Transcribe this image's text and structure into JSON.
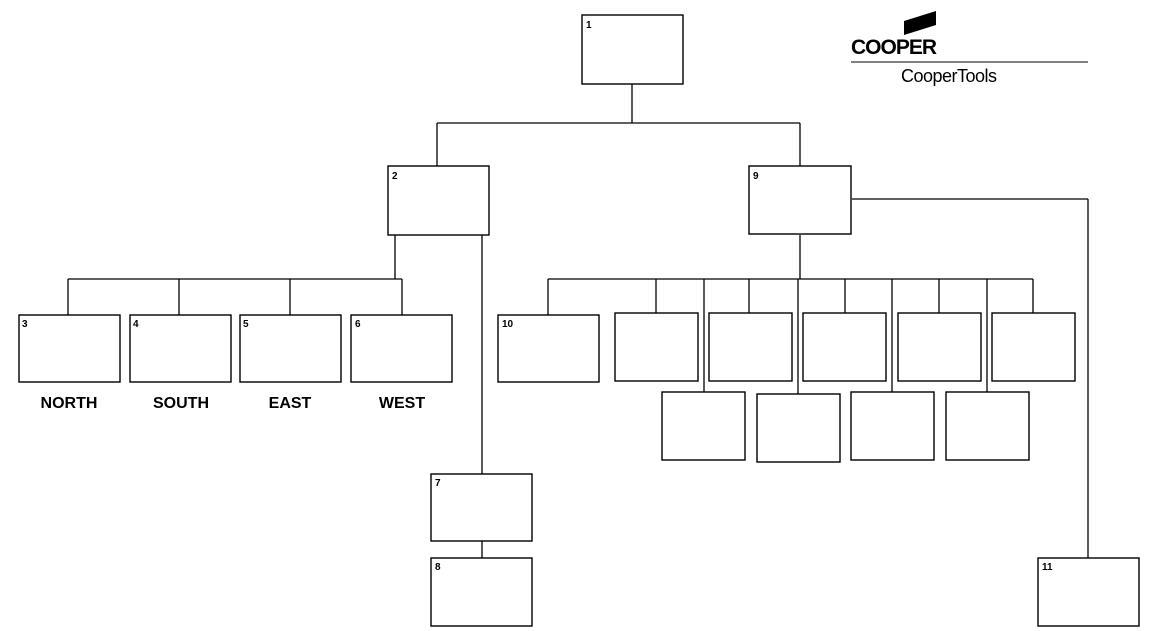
{
  "logo": {
    "brand": "COOPER",
    "sub": "CooperTools"
  },
  "boxes": [
    {
      "id": "b1",
      "label": "1"
    },
    {
      "id": "b2",
      "label": "2"
    },
    {
      "id": "b9",
      "label": "9"
    },
    {
      "id": "b3",
      "label": "3"
    },
    {
      "id": "b4",
      "label": "4"
    },
    {
      "id": "b5",
      "label": "5"
    },
    {
      "id": "b6",
      "label": "6"
    },
    {
      "id": "b7",
      "label": "7"
    },
    {
      "id": "b8",
      "label": "8"
    },
    {
      "id": "b10",
      "label": "10"
    },
    {
      "id": "b11",
      "label": "11"
    },
    {
      "id": "r1",
      "label": ""
    },
    {
      "id": "r2",
      "label": ""
    },
    {
      "id": "r3",
      "label": ""
    },
    {
      "id": "r4",
      "label": ""
    },
    {
      "id": "r5",
      "label": ""
    },
    {
      "id": "r6",
      "label": ""
    },
    {
      "id": "r7",
      "label": ""
    },
    {
      "id": "r8",
      "label": ""
    },
    {
      "id": "r9",
      "label": ""
    }
  ],
  "regions": {
    "north": "NORTH",
    "south": "SOUTH",
    "east": "EAST",
    "west": "WEST"
  }
}
